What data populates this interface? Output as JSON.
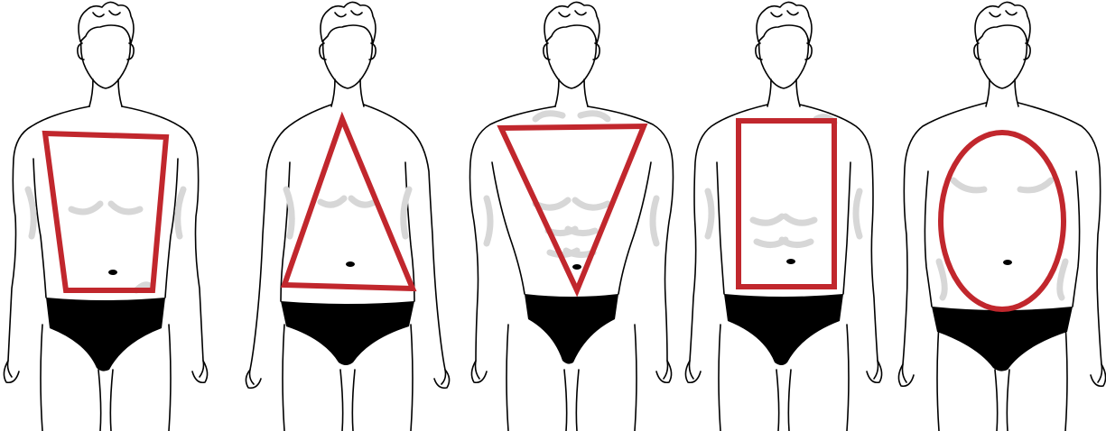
{
  "figures": [
    {
      "body_type": "trapezoid",
      "shape": "trapezoid"
    },
    {
      "body_type": "triangle",
      "shape": "triangle"
    },
    {
      "body_type": "inverted-triangle",
      "shape": "inverted-triangle"
    },
    {
      "body_type": "rectangle",
      "shape": "rectangle"
    },
    {
      "body_type": "oval",
      "shape": "oval"
    }
  ],
  "colors": {
    "shape_stroke": "#c1272d",
    "outline": "#000000",
    "muscle_shading": "#d7d7d7",
    "background": "#ffffff"
  }
}
